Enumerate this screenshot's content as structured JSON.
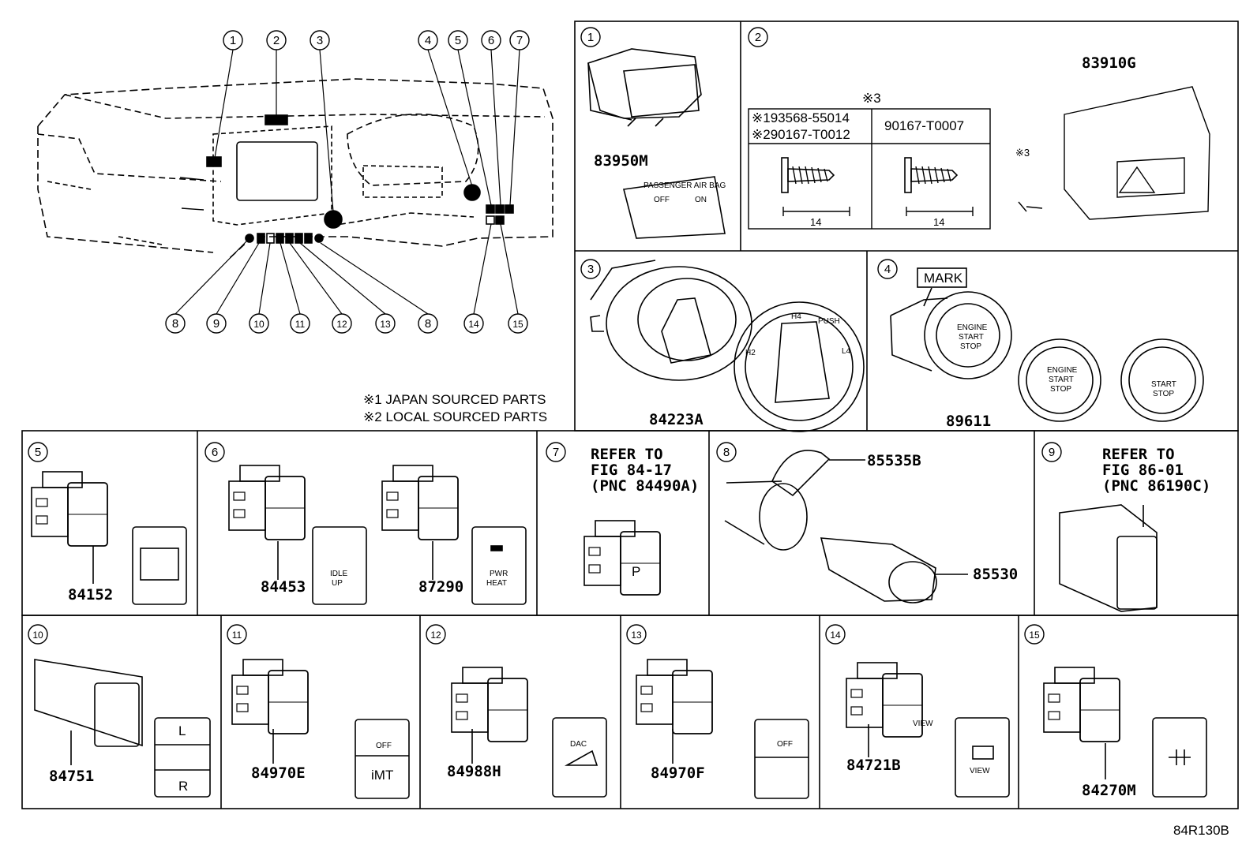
{
  "overview": {
    "callouts_top": [
      "1",
      "2",
      "3",
      "4",
      "5",
      "6",
      "7"
    ],
    "callouts_bottom": [
      "8",
      "9",
      "10",
      "11",
      "12",
      "13",
      "8",
      "14",
      "15"
    ],
    "notes": [
      "※1 JAPAN SOURCED PARTS",
      "※2 LOCAL SOURCED PARTS"
    ]
  },
  "panels": {
    "p1": {
      "no": "1",
      "part": "83950M",
      "plate_title": "PASSENGER AIR BAG",
      "plate_off": "OFF",
      "plate_on": "ON"
    },
    "p2": {
      "no": "2",
      "note3": "※3",
      "note3b": "※3",
      "ref_a": "※193568-55014",
      "ref_b": "※290167-T0012",
      "ref_c": "90167-T0007",
      "dim_a": "14",
      "dim_b": "14",
      "part": "83910G"
    },
    "p3": {
      "no": "3",
      "part": "84223A",
      "knob_h4": "H4",
      "knob_h2": "H2",
      "knob_l4": "L4",
      "knob_push": "PUSH"
    },
    "p4": {
      "no": "4",
      "mark": "MARK",
      "part": "89611",
      "btn_l1": "ENGINE",
      "btn_l2": "START",
      "btn_l3": "STOP",
      "btn2_l1": "START",
      "btn2_l2": "STOP"
    },
    "p5": {
      "no": "5",
      "part": "84152"
    },
    "p6": {
      "no": "6",
      "part_a": "84453",
      "part_b": "87290",
      "idle1": "IDLE",
      "idle2": "UP",
      "pwr1": "PWR",
      "pwr2": "HEAT"
    },
    "p7": {
      "no": "7",
      "ref1": "REFER TO",
      "ref2": "FIG 84-17",
      "ref3": "(PNC 84490A)",
      "btn": "P"
    },
    "p8": {
      "no": "8",
      "part_a": "85535B",
      "part_b": "85530"
    },
    "p9": {
      "no": "9",
      "ref1": "REFER TO",
      "ref2": "FIG 86-01",
      "ref3": "(PNC 86190C)"
    },
    "p10": {
      "no": "10",
      "part": "84751",
      "l": "L",
      "r": "R"
    },
    "p11": {
      "no": "11",
      "part": "84970E",
      "off": "OFF",
      "imt": "iMT"
    },
    "p12": {
      "no": "12",
      "part": "84988H",
      "dac": "DAC"
    },
    "p13": {
      "no": "13",
      "part": "84970F",
      "off": "OFF"
    },
    "p14": {
      "no": "14",
      "part": "84721B",
      "view": "VIEW"
    },
    "p15": {
      "no": "15",
      "part": "84270M"
    }
  },
  "figure_code": "84R130B"
}
